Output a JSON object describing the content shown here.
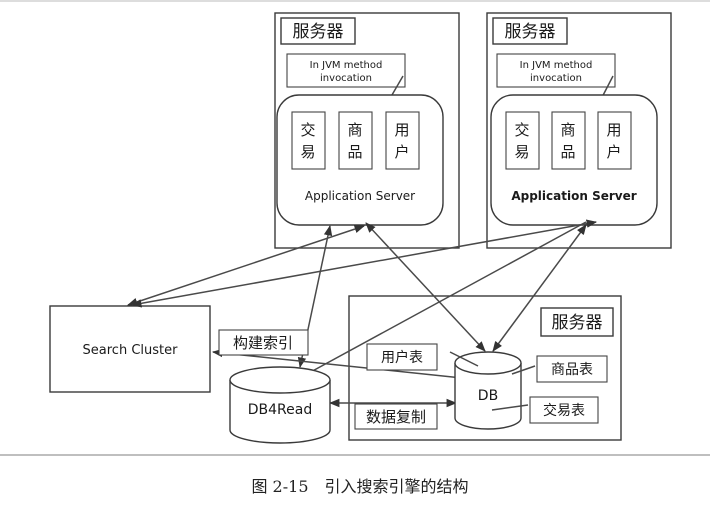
{
  "servers": [
    {
      "title": "服务器",
      "note": [
        "In JVM method",
        "invocation"
      ],
      "modules": [
        [
          "交",
          "易"
        ],
        [
          "商",
          "品"
        ],
        [
          "用",
          "户"
        ]
      ],
      "app_label": "Application Server"
    },
    {
      "title": "服务器",
      "note": [
        "In JVM method",
        "invocation"
      ],
      "modules": [
        [
          "交",
          "易"
        ],
        [
          "商",
          "品"
        ],
        [
          "用",
          "户"
        ]
      ],
      "app_label": "Application Server"
    }
  ],
  "db_server": {
    "title": "服务器",
    "db_label": "DB",
    "tables": [
      "用户表",
      "商品表",
      "交易表"
    ]
  },
  "search_cluster": "Search Cluster",
  "build_index": "构建索引",
  "db4read": "DB4Read",
  "replication": "数据复制",
  "caption": "图 2-15　引入搜索引擎的结构"
}
